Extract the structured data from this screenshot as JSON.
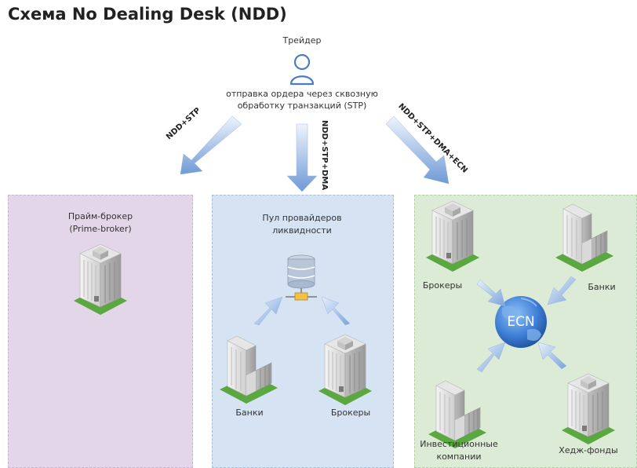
{
  "title": "Схема No Dealing Desk (NDD)",
  "trader": {
    "label": "Трейдер",
    "caption_line1": "отправка ордера через сквозную",
    "caption_line2": "обработку транзакций (STP)"
  },
  "arrows": {
    "left": "NDD+STP",
    "middle": "NDD+STP+DMA",
    "right": "NDD+STP+DMA+ECN"
  },
  "panels": {
    "prime": {
      "label_line1": "Прайм-брокер",
      "label_line2": "(Prime-broker)"
    },
    "liquidity": {
      "label_line1": "Пул провайдеров",
      "label_line2": "ликвидности",
      "banks": "Банки",
      "brokers": "Брокеры"
    },
    "ecn": {
      "center": "ECN",
      "brokers": "Брокеры",
      "banks": "Банки",
      "investment_line1": "Инвестиционные",
      "investment_line2": "компании",
      "hedge_funds": "Хедж-фонды"
    }
  },
  "colors": {
    "purple_panel": "#e3d6e8",
    "blue_panel": "#d6e3f3",
    "green_panel": "#dcebd5",
    "arrow_blue": "#8fb2e0",
    "trader_icon": "#4a7cc4",
    "ecn_globe": "#3f7fd6"
  },
  "icons": {
    "trader": "person-icon",
    "server": "database-server-icon",
    "building": "office-building-icon",
    "globe": "globe-icon"
  }
}
